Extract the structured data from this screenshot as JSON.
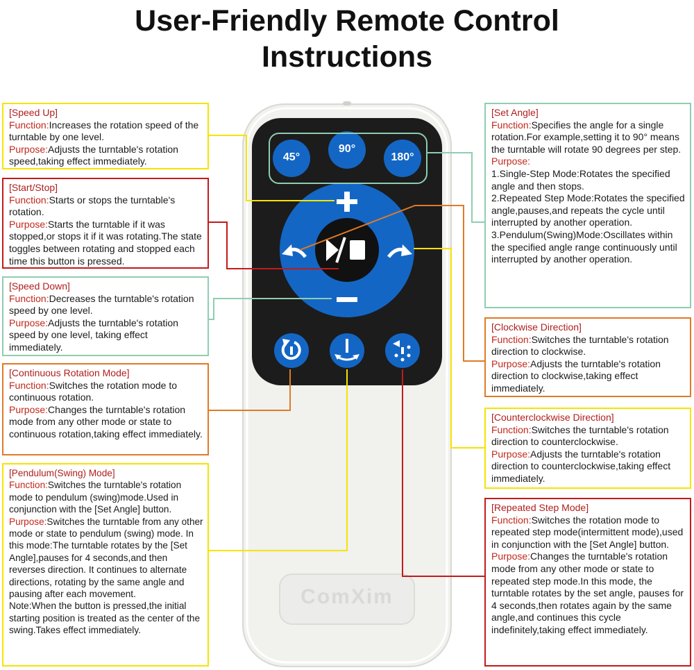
{
  "title_line1": "User-Friendly Remote Control",
  "title_line2": "Instructions",
  "remote": {
    "btn_45": "45°",
    "btn_90": "90°",
    "btn_180": "180°",
    "brand": "ComXim"
  },
  "colors": {
    "remote_body": "#f1f1ee",
    "panel": "#1c1c1c",
    "button_blue": "#1466c4",
    "label_red": "#c0281c",
    "border_yellow": "#f5e400",
    "border_red": "#c21a1a",
    "border_green": "#8fcdb0",
    "border_orange": "#e07a26"
  },
  "icons": [
    "plus-icon",
    "minus-icon",
    "play-pause-icon",
    "rotate-left-arrow-icon",
    "rotate-right-arrow-icon",
    "continuous-rotation-icon",
    "pendulum-icon",
    "repeated-step-icon"
  ],
  "boxes": {
    "speed_up": {
      "heading": "[Speed Up]",
      "f_label": "Function:",
      "f_text": "Increases the rotation speed of the turntable by one level.",
      "p_label": "Purpose:",
      "p_text": "Adjusts the turntable's rotation speed,taking effect immediately."
    },
    "start_stop": {
      "heading": "[Start/Stop]",
      "f_label": "Function:",
      "f_text": "Starts or stops the turntable's rotation.",
      "p_label": "Purpose:",
      "p_text": "Starts the turntable if it was stopped,or stops it if it was rotating.The state toggles between rotating and stopped each time this button is pressed."
    },
    "speed_down": {
      "heading": "[Speed Down]",
      "f_label": "Function:",
      "f_text": "Decreases the turntable's rotation speed by one level.",
      "p_label": "Purpose:",
      "p_text": "Adjusts the turntable's rotation speed by one level, taking effect immediately."
    },
    "continuous": {
      "heading": "[Continuous Rotation Mode]",
      "f_label": "Function:",
      "f_text": "Switches the rotation mode to continuous rotation.",
      "p_label": "Purpose:",
      "p_text": "Changes the turntable's rotation mode from any other mode or state to continuous rotation,taking effect immediately."
    },
    "pendulum": {
      "heading": "[Pendulum(Swing) Mode]",
      "f_label": "Function:",
      "f_text": "Switches the turntable's rotation mode to pendulum (swing)mode.Used in conjunction with the [Set Angle] button.",
      "p_label": "Purpose:",
      "p_text": "Switches the turntable from any other mode or state to pendulum (swing) mode. In this mode:The turntable rotates by the [Set Angle],pauses for 4 seconds,and then reverses direction. It continues to alternate directions, rotating by the same angle and pausing after each movement.",
      "note": "Note:When the button is pressed,the initial starting position is treated as the center of the swing.Takes effect immediately."
    },
    "set_angle": {
      "heading": "[Set Angle]",
      "f_label": "Function:",
      "f_text": "Specifies the angle for a single rotation.For example,setting it to 90° means the turntable will rotate 90 degrees per step.",
      "p_label": "Purpose:",
      "item1": "1.Single-Step Mode:Rotates the specified angle and then stops.",
      "item2": "2.Repeated Step Mode:Rotates the specified angle,pauses,and repeats the cycle until interrupted by another operation.",
      "item3": "3.Pendulum(Swing)Mode:Oscillates within the specified angle range continuously until interrupted by another operation."
    },
    "clockwise": {
      "heading": "[Clockwise Direction]",
      "f_label": "Function:",
      "f_text": "Switches the turntable's rotation direction to clockwise.",
      "p_label": "Purpose:",
      "p_text": "Adjusts the turntable's rotation direction to clockwise,taking effect immediately."
    },
    "counterclockwise": {
      "heading": "[Counterclockwise Direction]",
      "f_label": "Function:",
      "f_text": "Switches the turntable's rotation direction to counterclockwise.",
      "p_label": "Purpose:",
      "p_text": "Adjusts the turntable's rotation direction to counterclockwise,taking effect immediately."
    },
    "repeated_step": {
      "heading": "[Repeated Step Mode]",
      "f_label": "Function:",
      "f_text": "Switches the rotation mode to repeated step mode(intermittent mode),used in conjunction with the [Set Angle] button.",
      "p_label": "Purpose:",
      "p_text": "Changes the turntable's rotation mode from any other mode or state to repeated step mode.In this mode, the turntable rotates by the set angle, pauses for 4 seconds,then rotates again by the same angle,and continues this cycle indefinitely,taking effect immediately."
    }
  }
}
